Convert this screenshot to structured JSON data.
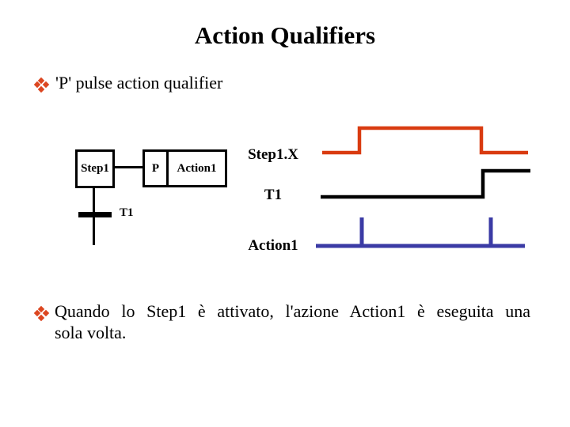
{
  "slide": {
    "title": "Action Qualifiers"
  },
  "bullet1": {
    "text": "'P' pulse action qualifier"
  },
  "bullet2": {
    "line1": "Quando lo Step1 è attivato, l'azione Action1 è eseguita una",
    "line2": "sola volta."
  },
  "sfc": {
    "step_label": "Step1",
    "qualifier_label": "P",
    "action_label": "Action1",
    "transition_label": "T1"
  },
  "timing": {
    "labels": {
      "step1x": "Step1.X",
      "t1": "T1",
      "action1": "Action1"
    },
    "waveforms": [
      {
        "name": "step1x-wave",
        "signal": "Step1.X",
        "color": "#D93B10",
        "stroke_width": 4.5,
        "segments": [
          [
            [
              407,
              193
            ],
            [
              454,
              193
            ],
            [
              454,
              162
            ],
            [
              608,
              162
            ],
            [
              608,
              193
            ],
            [
              667,
              193
            ]
          ]
        ]
      },
      {
        "name": "t1-wave",
        "signal": "T1",
        "color": "#000000",
        "stroke_width": 4.5,
        "segments": [
          [
            [
              405,
              249
            ],
            [
              610,
              249
            ],
            [
              610,
              216
            ],
            [
              670,
              216
            ]
          ]
        ]
      },
      {
        "name": "action1-wave",
        "signal": "Action1",
        "color": "#3B3BA5",
        "stroke_width": 5,
        "segments": [
          [
            [
              399,
              311
            ],
            [
              663,
              311
            ]
          ],
          [
            [
              457,
              313
            ],
            [
              457,
              275
            ]
          ],
          [
            [
              620,
              313
            ],
            [
              620,
              275
            ]
          ]
        ]
      }
    ]
  },
  "colors": {
    "background": "#FFFFFF",
    "text": "#000000",
    "bullet_marker": "#DC4620",
    "wave_step1x": "#D93B10",
    "wave_t1": "#000000",
    "wave_action1": "#3B3BA5"
  }
}
